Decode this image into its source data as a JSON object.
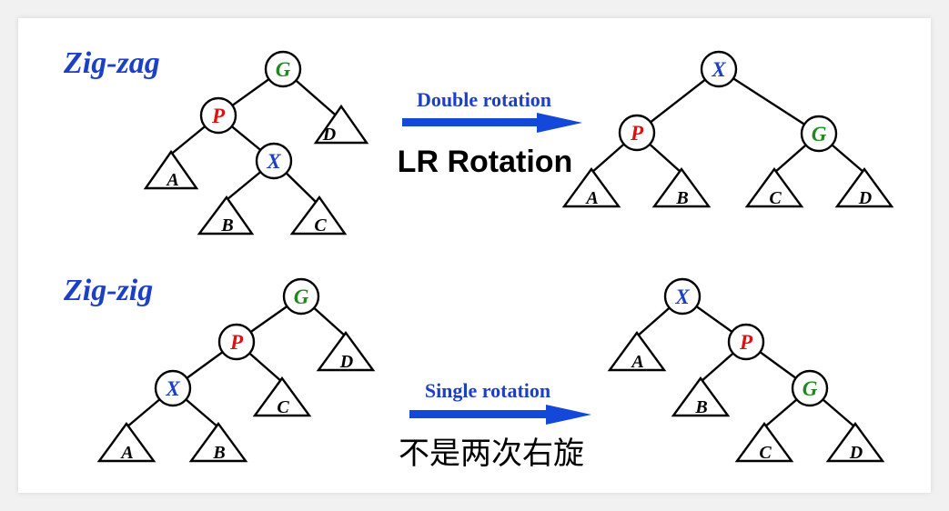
{
  "colors": {
    "background": "#ffffff",
    "title": "#1c3fc7",
    "arrow": "#1448d8",
    "arrow_text": "#1c3fc7",
    "node_G": "#1e8a1e",
    "node_P": "#e01010",
    "node_X": "#1c3fc7",
    "line": "#000000"
  },
  "sections": [
    {
      "title": "Zig-zag",
      "arrow_label": "Double rotation",
      "caption": "LR Rotation",
      "before": {
        "nodes": [
          "G",
          "P",
          "X"
        ],
        "subtrees": [
          "A",
          "B",
          "C",
          "D"
        ]
      },
      "after": {
        "nodes": [
          "X",
          "P",
          "G"
        ],
        "subtrees": [
          "A",
          "B",
          "C",
          "D"
        ]
      }
    },
    {
      "title": "Zig-zig",
      "arrow_label": "Single rotation",
      "caption": "不是两次右旋",
      "before": {
        "nodes": [
          "G",
          "P",
          "X"
        ],
        "subtrees": [
          "A",
          "B",
          "C",
          "D"
        ]
      },
      "after": {
        "nodes": [
          "X",
          "P",
          "G"
        ],
        "subtrees": [
          "A",
          "B",
          "C",
          "D"
        ]
      }
    }
  ]
}
